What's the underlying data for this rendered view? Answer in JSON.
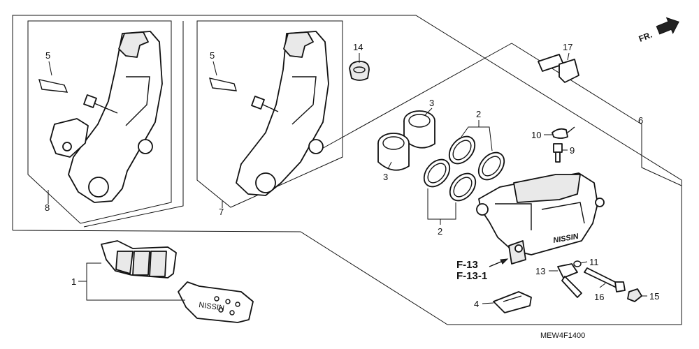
{
  "diagram_code": "MEW4F1400",
  "direction_marker": "FR.",
  "reference_codes": [
    "F-13",
    "F-13-1"
  ],
  "callouts": {
    "pad_set": "1",
    "piston_seal": "2",
    "piston": "3",
    "pad_spring": "4",
    "pad_retainer_left": "5",
    "pad_retainer_right": "5",
    "caliper_assembly": "6",
    "caliper_bracket_7": "7",
    "caliper_bracket_8": "8",
    "bleeder_screw": "9",
    "bleeder_cap": "10",
    "o_ring": "11",
    "pad_pin_plug": "13",
    "boot": "14",
    "cap_bolt": "15",
    "pad_pin": "16",
    "caliper_bolt": "17"
  },
  "colors": {
    "line": "#111111",
    "background": "#ffffff",
    "shade": "#e9e9e9"
  }
}
